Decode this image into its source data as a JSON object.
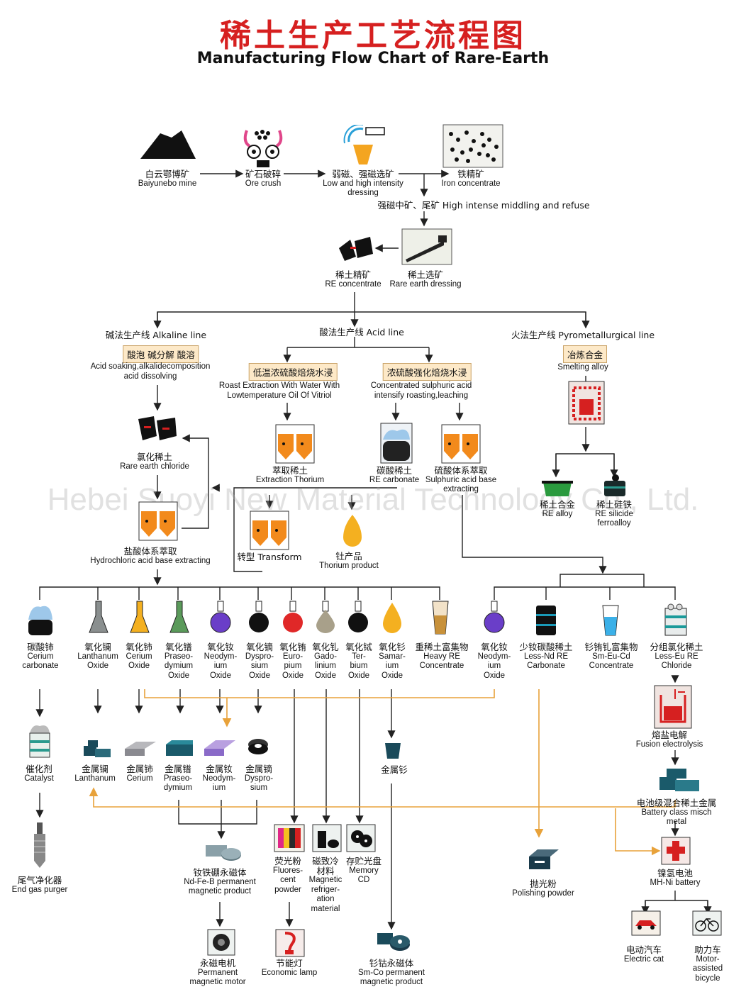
{
  "title_zh": "稀土生产工艺流程图",
  "title_en": "Manufacturing Flow Chart of Rare-Earth",
  "watermark": "Hebei Suoyi New Material Technology Co., Ltd.",
  "colors": {
    "title_red": "#d62020",
    "process_box": "#fde9c8",
    "arrow_orange": "#e8a23a"
  },
  "top": {
    "mine": {
      "zh": "白云鄂博矿",
      "en": "Baiyunebo mine"
    },
    "crush": {
      "zh": "矿石破碎",
      "en": "Ore crush"
    },
    "dressing": {
      "zh": "弱磁、强磁选矿",
      "en": "Low and high intensity\ndressing"
    },
    "iron": {
      "zh": "铁精矿",
      "en": "Iron concentrate"
    },
    "middling": "强磁中矿、尾矿  High intense middling and refuse",
    "re_dressing": {
      "zh": "稀土选矿",
      "en": "Rare earth dressing"
    },
    "re_conc": {
      "zh": "稀土精矿",
      "en": "RE concentrate"
    }
  },
  "lines": {
    "alkaline": "碱法生产线 Alkaline line",
    "acid": "酸法生产线 Acid line",
    "pyro": "火法生产线 Pyrometallurgical line"
  },
  "alkaline": {
    "box": "酸泡  碱分解  酸溶",
    "desc": "Acid soaking,alkalidecomposition\nacid dissolving",
    "chloride": {
      "zh": "氯化稀土",
      "en": "Rare earth chloride"
    },
    "hcl": {
      "zh": "盐酸体系萃取",
      "en": "Hydrochloric acid base extracting"
    }
  },
  "acid": {
    "low_box": "低温浓硫酸焙烧水浸",
    "low_desc": "Roast Extraction With Water With\nLowtemperature Oil Of Vitriol",
    "high_box": "浓硫酸强化焙烧水浸",
    "high_desc": "Concentrated sulphuric acid\nintensify roasting,leaching",
    "thorium": {
      "zh": "萃取稀土",
      "en": "Extraction Thorium"
    },
    "carbonate": {
      "zh": "碳酸稀土",
      "en": "RE carbonate"
    },
    "sulphuric": {
      "zh": "硫酸体系萃取",
      "en": "Sulphuric acid base\nextracting"
    },
    "transform": "转型 Transform",
    "thorium_product": {
      "zh": "钍产品",
      "en": "Thorium product"
    }
  },
  "pyro": {
    "box": "冶炼合金",
    "desc": "Smelting alloy",
    "re_alloy": {
      "zh": "稀土合金",
      "en": "RE alloy"
    },
    "ferro": {
      "zh": "稀土硅铁",
      "en": "RE silicide\nferroalloy"
    }
  },
  "oxides": [
    {
      "zh": "碳酸铈",
      "en": "Cerium\ncarbonate"
    },
    {
      "zh": "氧化镧",
      "en": "Lanthanum\nOxide"
    },
    {
      "zh": "氧化铈",
      "en": "Cerium\nOxide"
    },
    {
      "zh": "氧化镨",
      "en": "Praseo-\ndymium\nOxide"
    },
    {
      "zh": "氧化钕",
      "en": "Neodym-\nium\nOxide"
    },
    {
      "zh": "氧化镝",
      "en": "Dyspro-\nsium\nOxide"
    },
    {
      "zh": "氧化铕",
      "en": "Euro-\npium\nOxide"
    },
    {
      "zh": "氧化钆",
      "en": "Gado-\nlinium\nOxide"
    },
    {
      "zh": "氧化铽",
      "en": "Ter-\nbium\nOxide"
    },
    {
      "zh": "氧化钐",
      "en": "Samar-\nium\nOxide"
    },
    {
      "zh": "重稀土富集物",
      "en": "Heavy RE\nConcentrate"
    },
    {
      "zh": "氧化钕",
      "en": "Neodym-\nium\nOxide"
    },
    {
      "zh": "少钕碳酸稀土",
      "en": "Less-Nd RE\nCarbonate"
    },
    {
      "zh": "钐铕钆富集物",
      "en": "Sm-Eu-Cd\nConcentrate"
    },
    {
      "zh": "分组氯化稀土",
      "en": "Less-Eu RE\nChloride"
    }
  ],
  "metals": [
    {
      "zh": "金属镧",
      "en": "Lanthanum"
    },
    {
      "zh": "金属铈",
      "en": "Cerium"
    },
    {
      "zh": "金属镨",
      "en": "Praseo-\ndymium"
    },
    {
      "zh": "金属钕",
      "en": "Neodym-\nium"
    },
    {
      "zh": "金属镝",
      "en": "Dyspro-\nsium"
    },
    {
      "zh": "金属钐",
      "en": ""
    }
  ],
  "products": {
    "catalyst": {
      "zh": "催化剂",
      "en": "Catalyst"
    },
    "purger": {
      "zh": "尾气净化器",
      "en": "End gas purger"
    },
    "magnet": {
      "zh": "钕铁硼永磁体",
      "en": "Nd-Fe-B permanent\nmagnetic product"
    },
    "motor": {
      "zh": "永磁电机",
      "en": "Permanent\nmagnetic motor"
    },
    "fluor": {
      "zh": "荧光粉",
      "en": "Fluores-\ncent\npowder"
    },
    "lamp": {
      "zh": "节能灯",
      "en": "Economic lamp"
    },
    "refrig": {
      "zh": "磁致冷\n材料",
      "en": "Magnetic\nrefriger-\nation\nmaterial"
    },
    "cd": {
      "zh": "存贮光盘",
      "en": "Memory\nCD"
    },
    "smco": {
      "zh": "钐钴永磁体",
      "en": "Sm-Co permanent\nmagnetic product"
    },
    "polish": {
      "zh": "抛光粉",
      "en": "Polishing powder"
    },
    "fusion": {
      "zh": "熔盐电解",
      "en": "Fusion electrolysis"
    },
    "misch": {
      "zh": "电池级混合稀土金属",
      "en": "Battery class misch metal"
    },
    "battery": {
      "zh": "镍氢电池",
      "en": "MH-Ni battery"
    },
    "car": {
      "zh": "电动汽车",
      "en": "Electric cat"
    },
    "bicycle": {
      "zh": "助力车",
      "en": "Motor-assisted\nbicycle"
    }
  }
}
